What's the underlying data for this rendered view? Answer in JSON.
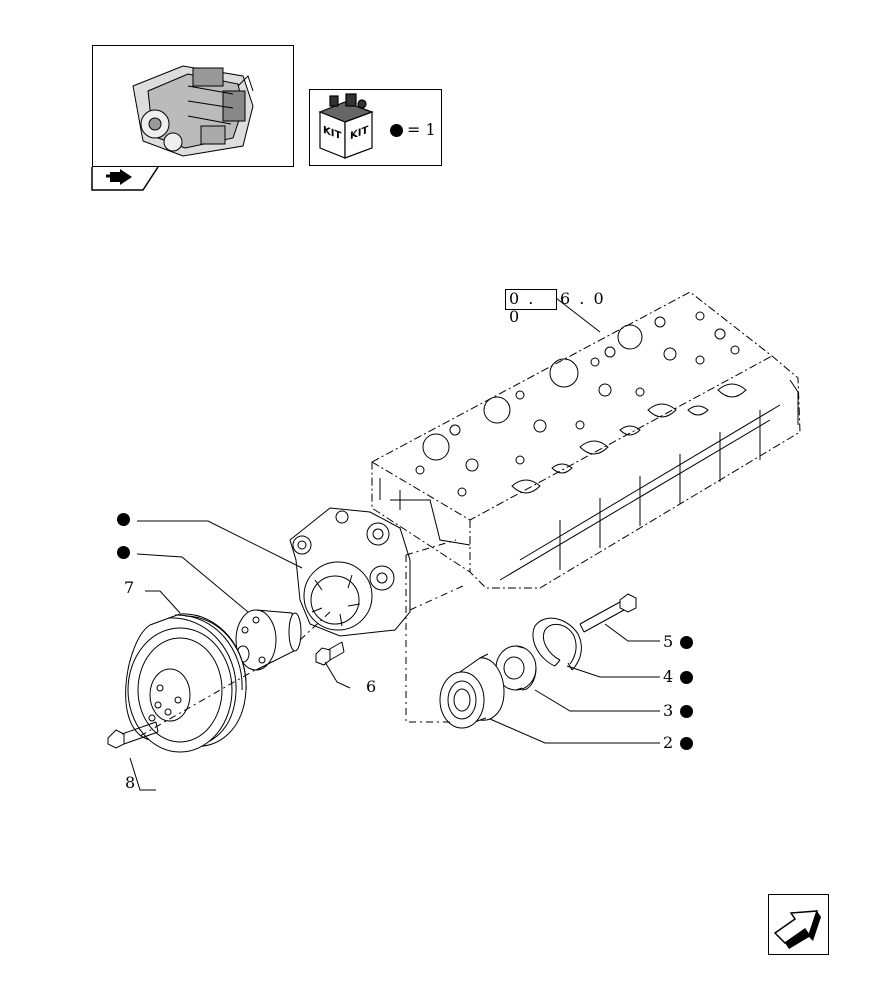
{
  "kit_legend": {
    "kit_word_left": "KIT",
    "kit_word_right": "KIT",
    "equals_text": "= 1"
  },
  "reference": {
    "boxed_text": "0 . 0",
    "trailing_text": "6 . 0"
  },
  "callouts": [
    {
      "id": "2",
      "label": "2",
      "kit_marked": true
    },
    {
      "id": "3",
      "label": "3",
      "kit_marked": true
    },
    {
      "id": "4",
      "label": "4",
      "kit_marked": true
    },
    {
      "id": "5",
      "label": "5",
      "kit_marked": true
    },
    {
      "id": "6",
      "label": "6",
      "kit_marked": false
    },
    {
      "id": "7",
      "label": "7",
      "kit_marked": false
    },
    {
      "id": "8",
      "label": "8",
      "kit_marked": false
    },
    {
      "id": "upper-dot-1",
      "label": "",
      "kit_marked": true
    },
    {
      "id": "upper-dot-2",
      "label": "",
      "kit_marked": true
    }
  ],
  "icons": {
    "engine_thumbnail": "engine-thumbnail-icon",
    "kit_box": "kit-box-icon",
    "navigate_back": "arrow-back-icon",
    "navigate_next": "arrow-next-icon"
  }
}
